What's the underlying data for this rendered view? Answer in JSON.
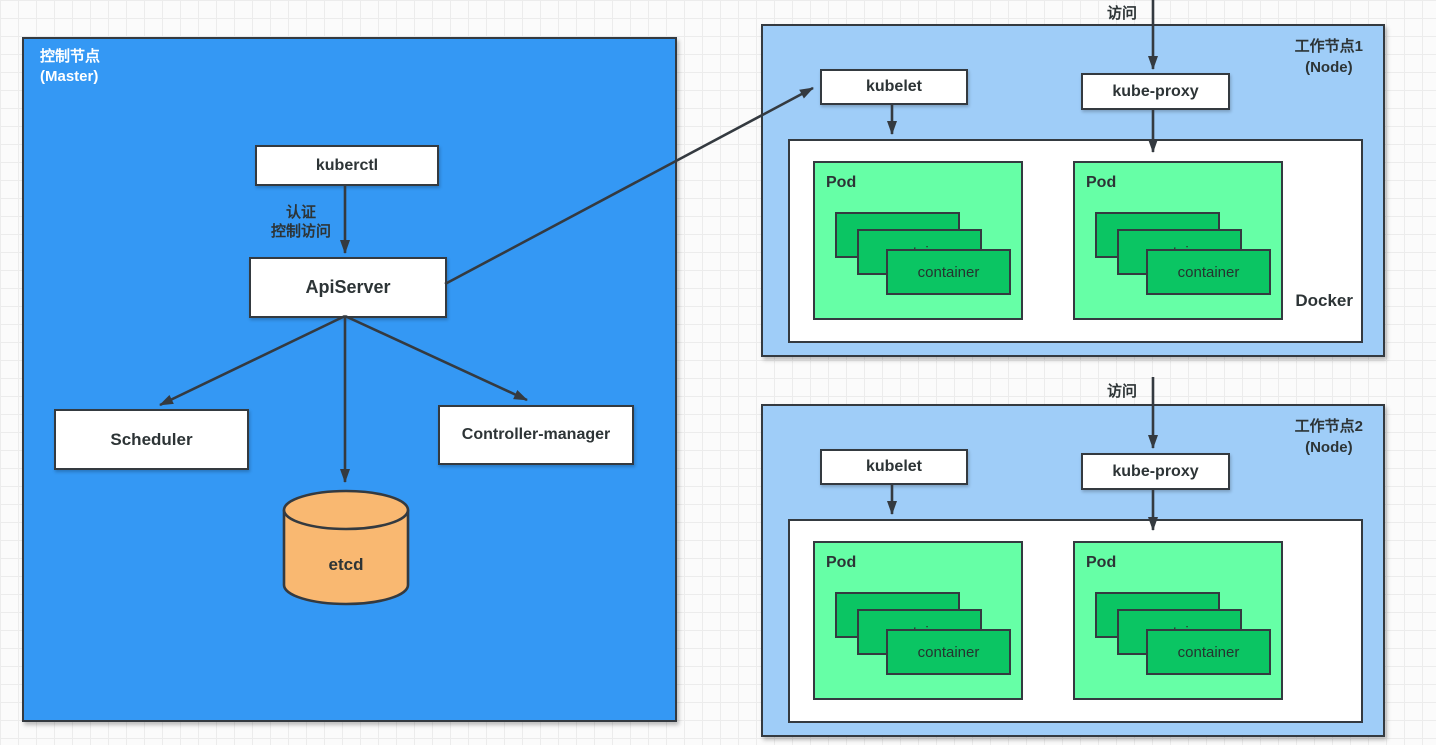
{
  "colors": {
    "master_bg": "#3498f4",
    "node_bg": "#9fcdf8",
    "box_bg": "#ffffff",
    "pod_bg": "#66ffa6",
    "container_bg": "#0bc563",
    "etcd_bg": "#f9b871",
    "line": "#343a40",
    "text_dark": "#2d3436",
    "master_title": "#ffffff",
    "grid": "#ececec"
  },
  "master": {
    "title_line1": "控制节点",
    "title_line2": "(Master)",
    "kuberctl_label": "kuberctl",
    "auth_line1": "认证",
    "auth_line2": "控制访问",
    "apiserver_label": "ApiServer",
    "scheduler_label": "Scheduler",
    "controller_manager_label": "Controller-manager",
    "etcd_label": "etcd"
  },
  "node1": {
    "title_line1": "工作节点1",
    "title_line2": "(Node)",
    "access_label": "访问",
    "kubelet_label": "kubelet",
    "kube_proxy_label": "kube-proxy",
    "docker_label": "Docker",
    "pods": [
      {
        "label": "Pod",
        "containers": [
          "container",
          "container",
          "container"
        ]
      },
      {
        "label": "Pod",
        "containers": [
          "container",
          "container",
          "container"
        ]
      }
    ]
  },
  "node2": {
    "title_line1": "工作节点2",
    "title_line2": "(Node)",
    "access_label": "访问",
    "kubelet_label": "kubelet",
    "kube_proxy_label": "kube-proxy",
    "pods": [
      {
        "label": "Pod",
        "containers": [
          "container",
          "container",
          "container"
        ]
      },
      {
        "label": "Pod",
        "containers": [
          "container",
          "container",
          "container"
        ]
      }
    ]
  }
}
